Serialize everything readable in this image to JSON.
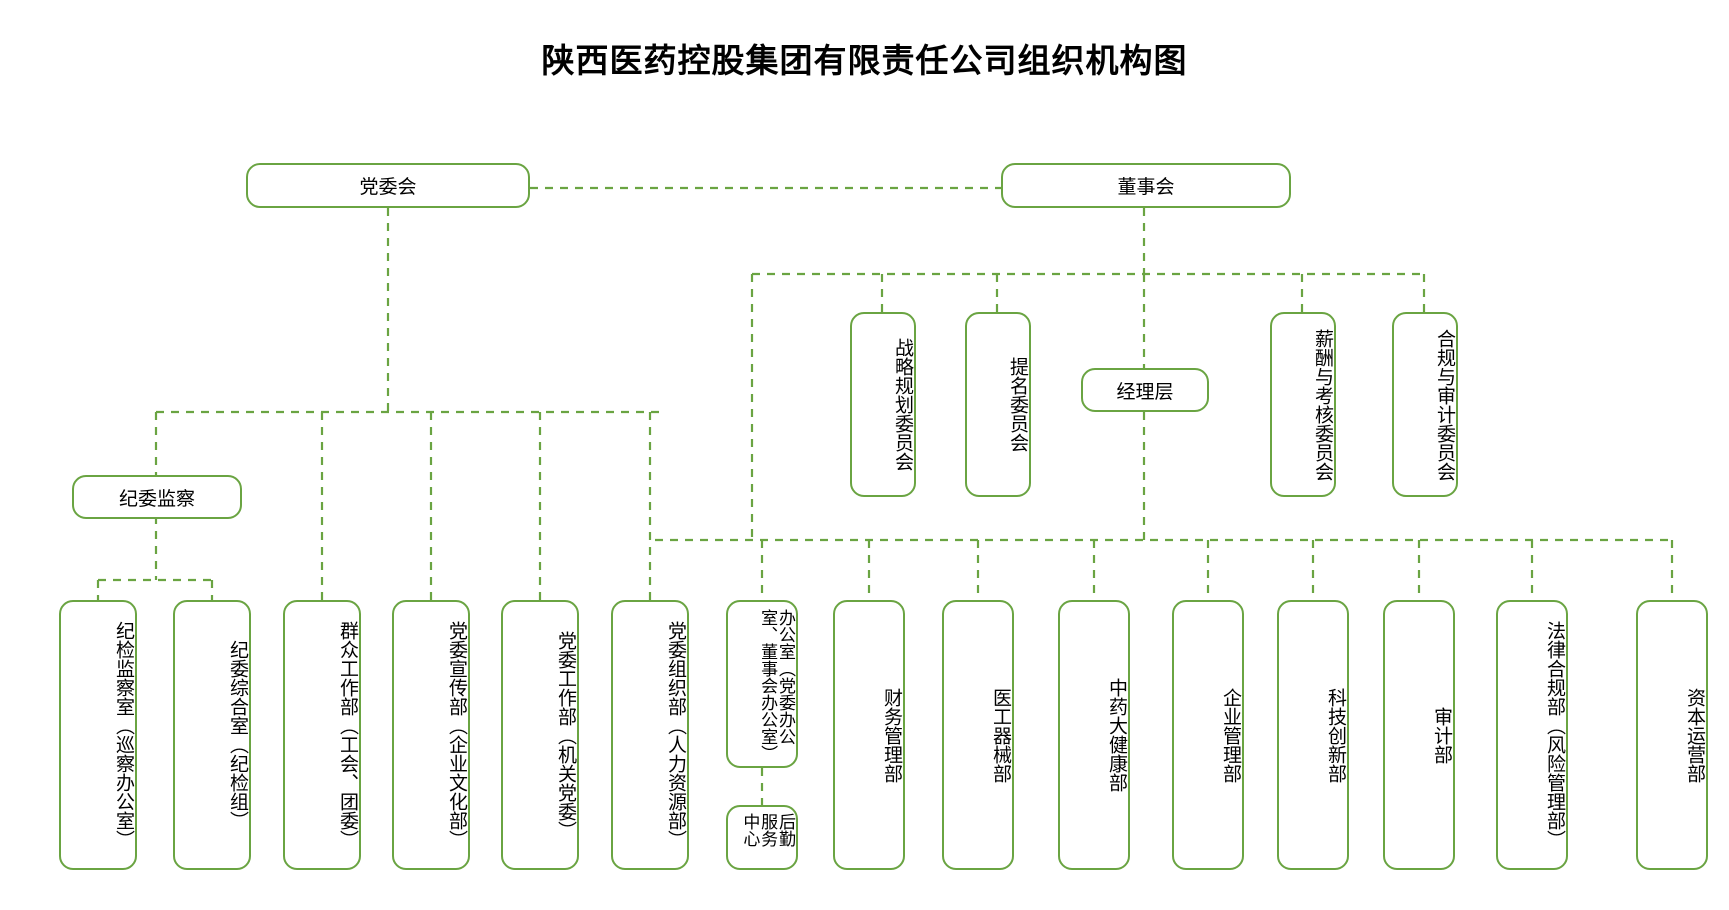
{
  "page": {
    "title": "陕西医药控股集团有限责任公司组织机构图",
    "accent_color": "#6aa442",
    "text_color": "#000000",
    "background_color": "#ffffff"
  },
  "nodes": {
    "party_committee": {
      "label": "党委会"
    },
    "board_of_directors": {
      "label": "董事会"
    },
    "strategy_planning_committee": {
      "label": "战略规划委员会"
    },
    "nomination_committee": {
      "label": "提名委员会"
    },
    "management_layer": {
      "label": "经理层"
    },
    "remuneration_appraisal_committee": {
      "label": "薪酬与考核委员会"
    },
    "compliance_audit_committee": {
      "label": "合规与审计委员会"
    },
    "discipline_inspection": {
      "label": "纪委监察"
    },
    "discipline_inspection_office": {
      "label": "纪检监察室（巡察办公室）"
    },
    "discipline_general_office": {
      "label": "纪委综合室（纪检组）"
    },
    "mass_work_department": {
      "label": "群众工作部（工会、团委）"
    },
    "party_publicity_department": {
      "label": "党委宣传部（企业文化部）"
    },
    "party_work_department": {
      "label": "党委工作部（机关党委）"
    },
    "party_organization_department": {
      "label": "党委组织部（人力资源部）"
    },
    "general_office": {
      "label": "办公室（党委办公室、董事会办公室）"
    },
    "logistics_service_center": {
      "label": "后勤服务中心"
    },
    "finance_management_department": {
      "label": "财务管理部"
    },
    "medical_device_department": {
      "label": "医工器械部"
    },
    "tcm_health_department": {
      "label": "中药大健康部"
    },
    "enterprise_management_department": {
      "label": "企业管理部"
    },
    "sci_tech_innovation_department": {
      "label": "科技创新部"
    },
    "audit_department": {
      "label": "审计部"
    },
    "legal_compliance_department": {
      "label": "法律合规部（风险管理部）"
    },
    "capital_operation_department": {
      "label": "资本运营部"
    }
  },
  "chart_data": {
    "type": "org-chart",
    "title": "陕西医药控股集团有限责任公司组织机构图",
    "connector_style": "dashed",
    "connector_color": "#6aa442",
    "levels": [
      {
        "level": 1,
        "items": [
          "党委会",
          "董事会"
        ]
      },
      {
        "level": 2,
        "parent": "董事会",
        "items": [
          "战略规划委员会",
          "提名委员会",
          "经理层",
          "薪酬与考核委员会",
          "合规与审计委员会"
        ]
      },
      {
        "level": 2,
        "parent": "党委会",
        "items": [
          "纪委监察"
        ]
      },
      {
        "level": 3,
        "parent": "纪委监察",
        "items": [
          "纪检监察室（巡察办公室）",
          "纪委综合室（纪检组）"
        ]
      },
      {
        "level": 3,
        "parent": "党委会",
        "items": [
          "群众工作部（工会、团委）",
          "党委宣传部（企业文化部）",
          "党委工作部（机关党委）",
          "党委组织部（人力资源部）"
        ]
      },
      {
        "level": 3,
        "parent": "经理层",
        "items": [
          "办公室（党委办公室、董事会办公室）",
          "财务管理部",
          "医工器械部",
          "中药大健康部",
          "企业管理部",
          "科技创新部",
          "审计部",
          "法律合规部（风险管理部）",
          "资本运营部"
        ]
      },
      {
        "level": 4,
        "parent": "办公室（党委办公室、董事会办公室）",
        "items": [
          "后勤服务中心"
        ]
      }
    ]
  }
}
